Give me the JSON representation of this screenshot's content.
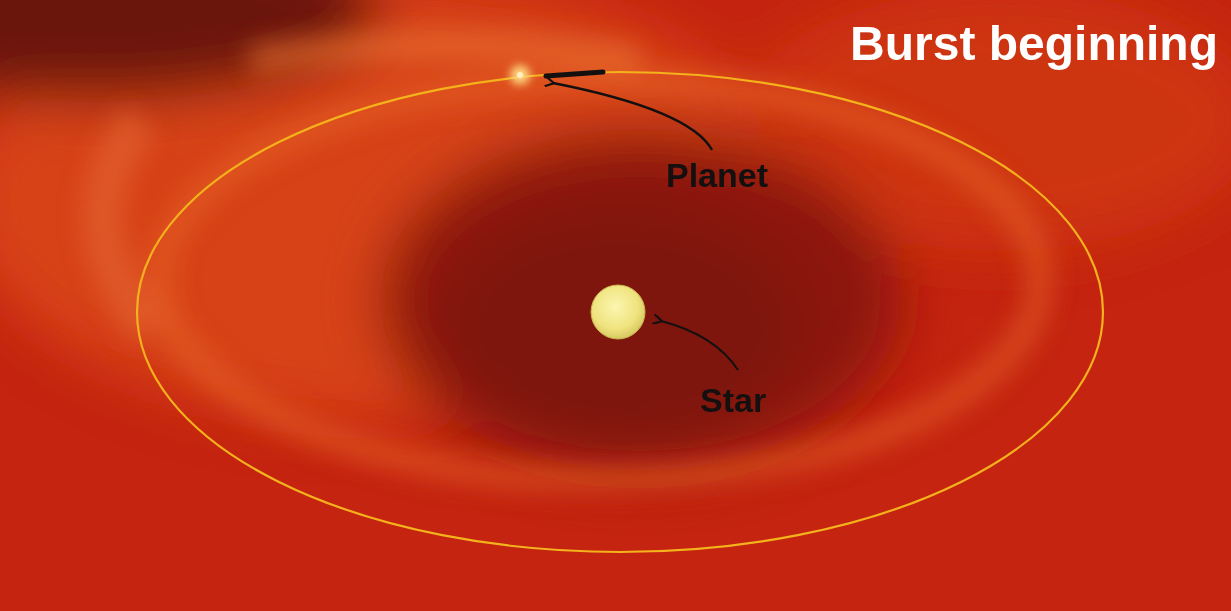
{
  "diagram": {
    "title": "Burst beginning",
    "labels": [
      "Planet",
      "Star"
    ]
  }
}
